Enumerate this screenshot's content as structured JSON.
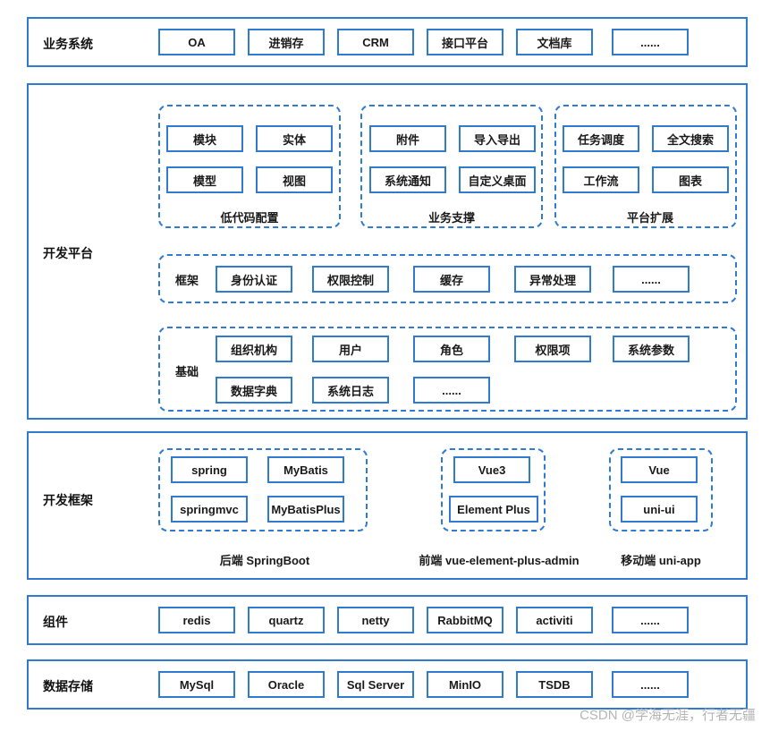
{
  "business": {
    "title": "业务系统",
    "items": [
      "OA",
      "进销存",
      "CRM",
      "接口平台",
      "文档库",
      "......"
    ]
  },
  "devplatform": {
    "title": "开发平台",
    "lowcode": {
      "label": "低代码配置",
      "items": [
        "模块",
        "实体",
        "模型",
        "视图"
      ]
    },
    "support": {
      "label": "业务支撑",
      "items": [
        "附件",
        "导入导出",
        "系统通知",
        "自定义桌面"
      ]
    },
    "extension": {
      "label": "平台扩展",
      "items": [
        "任务调度",
        "全文搜索",
        "工作流",
        "图表"
      ]
    },
    "framework": {
      "label": "框架",
      "items": [
        "身份认证",
        "权限控制",
        "缓存",
        "异常处理",
        "......"
      ]
    },
    "foundation": {
      "label": "基础",
      "items": [
        "组织机构",
        "用户",
        "角色",
        "权限项",
        "系统参数",
        "数据字典",
        "系统日志",
        "......"
      ]
    }
  },
  "devframework": {
    "title": "开发框架",
    "backend": {
      "caption": "后端 SpringBoot",
      "items": [
        "spring",
        "MyBatis",
        "springmvc",
        "MyBatisPlus"
      ]
    },
    "frontend": {
      "caption": "前端 vue-element-plus-admin",
      "items": [
        "Vue3",
        "Element Plus"
      ]
    },
    "mobile": {
      "caption": "移动端 uni-app",
      "items": [
        "Vue",
        "uni-ui"
      ]
    }
  },
  "components": {
    "title": "组件",
    "items": [
      "redis",
      "quartz",
      "netty",
      "RabbitMQ",
      "activiti",
      "......"
    ]
  },
  "storage": {
    "title": "数据存储",
    "items": [
      "MySql",
      "Oracle",
      "Sql Server",
      "MinIO",
      "TSDB",
      "......"
    ]
  },
  "watermark": "CSDN @学海无涯，行者无疆",
  "colors": {
    "accent": "#2f7bd2"
  }
}
